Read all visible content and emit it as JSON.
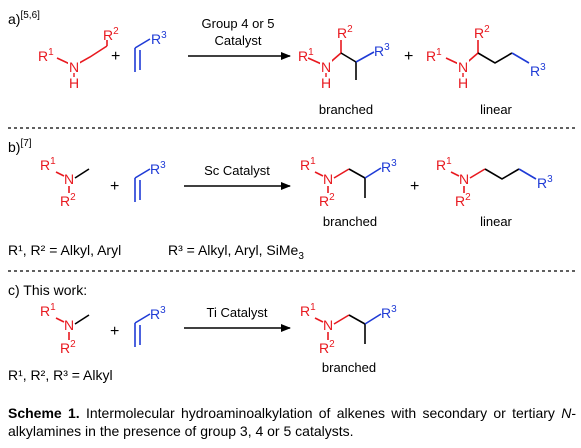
{
  "colors": {
    "red": "#e8191f",
    "blue": "#1f3bd6",
    "black": "#000000"
  },
  "panel_a": {
    "label": "a)",
    "ref": "[5,6]",
    "reagent": "Group 4 or 5",
    "catalyst": "Catalyst",
    "label_branched": "branched",
    "label_linear": "linear"
  },
  "panel_b": {
    "label": "b)",
    "ref": "[7]",
    "catalyst": "Sc Catalyst",
    "label_branched": "branched",
    "label_linear": "linear",
    "subst_left": "R¹, R² = Alkyl, Aryl",
    "subst_right_prefix": "R³ = Alkyl, Aryl, SiMe",
    "subst_right_sub": "3"
  },
  "panel_c": {
    "title": "c) This work:",
    "catalyst": "Ti Catalyst",
    "label_branched": "branched",
    "subst": "R¹, R², R³ = Alkyl"
  },
  "atoms": {
    "N": "N",
    "H": "H",
    "R": "R",
    "one": "1",
    "two": "2",
    "three": "3",
    "plus": "+"
  },
  "caption": {
    "bold": "Scheme 1.",
    "text_1": " Intermolecular hydroaminoalkylation of alkenes with secondary or tertiary ",
    "italic": "N",
    "text_2": "-alkylamines in the presence of group 3, 4 or 5 catalysts."
  }
}
